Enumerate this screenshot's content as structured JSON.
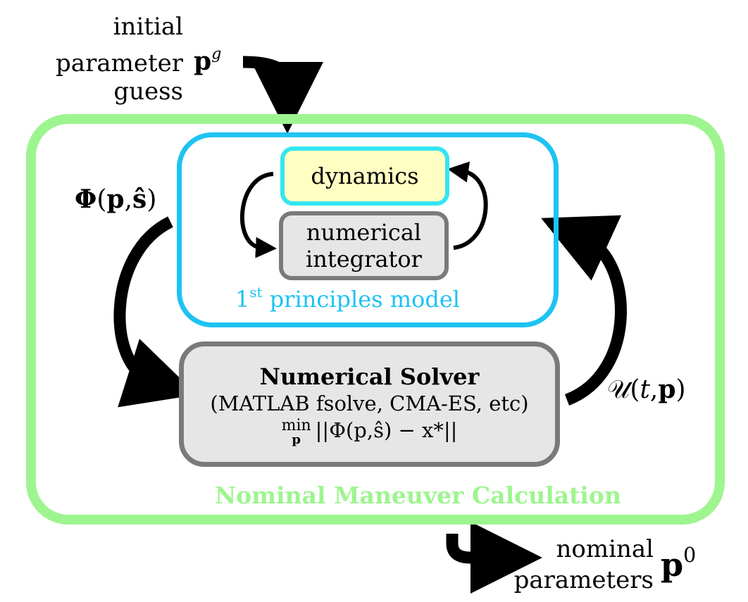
{
  "input": {
    "line1": "initial",
    "line2": "parameter",
    "line3": "guess",
    "symbol_base": "p",
    "symbol_sup": "g"
  },
  "output": {
    "line1": "nominal",
    "line2": "parameters",
    "symbol_base": "p",
    "symbol_sup": "0"
  },
  "outer_box": {
    "label": "Nominal Maneuver Calculation",
    "color": "#9ef58f"
  },
  "model_box": {
    "label_base": "1",
    "label_sup": "st",
    "label_rest": "principles model",
    "color": "#1ec3f2"
  },
  "dynamics": {
    "label": "dynamics",
    "fill": "#ffffc4",
    "border": "#33e5f2"
  },
  "integrator": {
    "line1": "numerical",
    "line2": "integrator",
    "fill": "#e6e6e6",
    "border": "#7a7a7a"
  },
  "solver": {
    "title": "Numerical Solver",
    "subtitle": "(MATLAB fsolve, CMA-ES, etc)",
    "objective_min": "min",
    "objective_under": "p",
    "objective_expr": "||Φ(p,ŝ) − x*||"
  },
  "edges": {
    "phi": {
      "phi": "Φ",
      "open": "(",
      "p": "p",
      "comma": ",",
      "s": "ŝ",
      "close": ")"
    },
    "u": {
      "u": "𝒰",
      "open": "(",
      "t": "t",
      "comma": ",",
      "p": "p",
      "close": ")"
    }
  }
}
